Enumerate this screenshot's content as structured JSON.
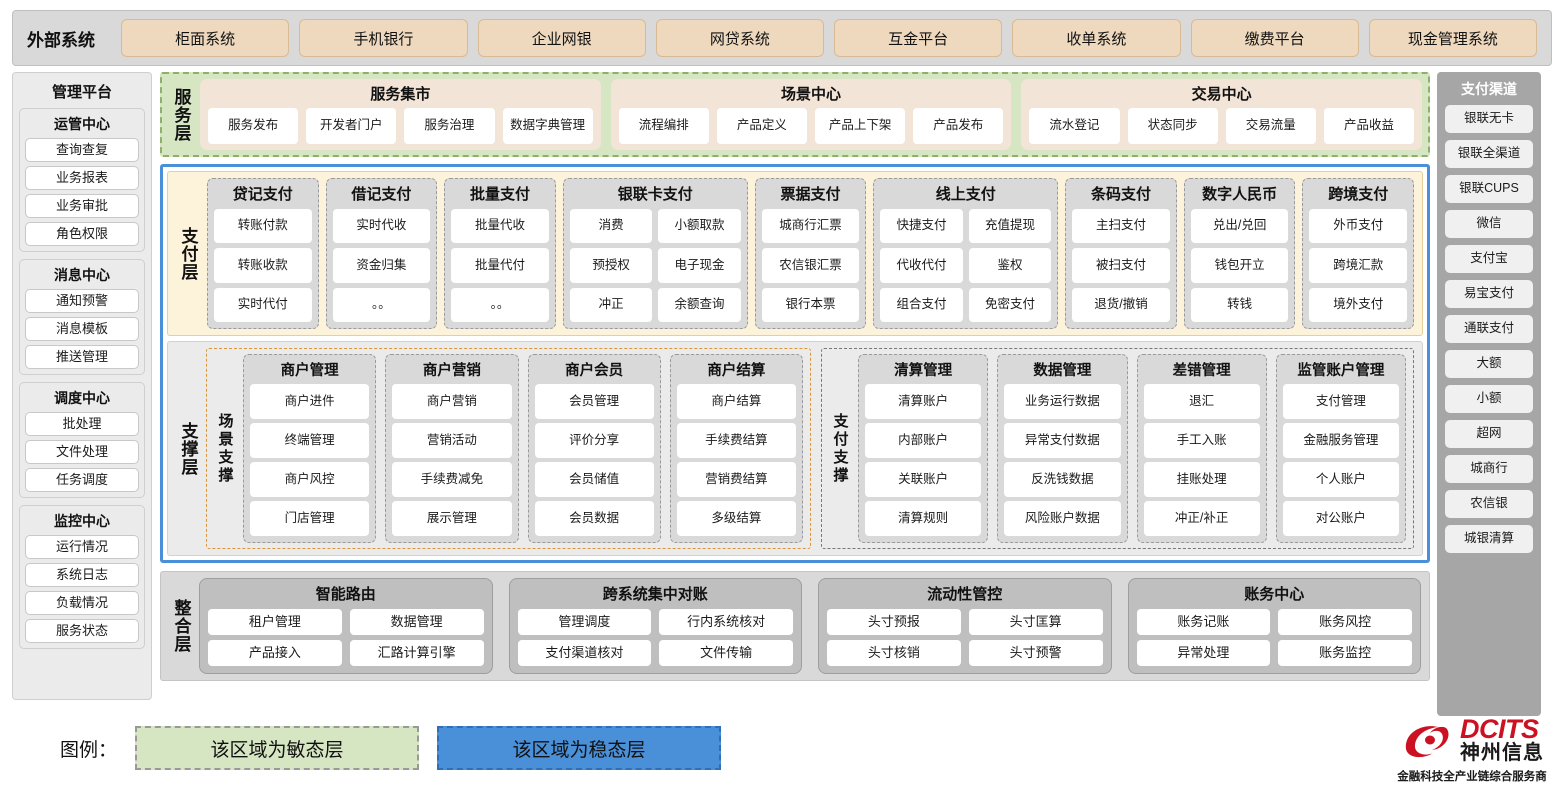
{
  "external": {
    "title": "外部系统",
    "items": [
      "柜面系统",
      "手机银行",
      "企业网银",
      "网贷系统",
      "互金平台",
      "收单系统",
      "缴费平台",
      "现金管理系统"
    ]
  },
  "left_panel": {
    "title": "管理平台",
    "groups": [
      {
        "title": "运管中心",
        "items": [
          "查询查复",
          "业务报表",
          "业务审批",
          "角色权限"
        ]
      },
      {
        "title": "消息中心",
        "items": [
          "通知预警",
          "消息模板",
          "推送管理"
        ]
      },
      {
        "title": "调度中心",
        "items": [
          "批处理",
          "文件处理",
          "任务调度"
        ]
      },
      {
        "title": "监控中心",
        "items": [
          "运行情况",
          "系统日志",
          "负载情况",
          "服务状态"
        ]
      }
    ]
  },
  "right_panel": {
    "title": "支付渠道",
    "items": [
      "银联无卡",
      "银联全渠道",
      "银联CUPS",
      "微信",
      "支付宝",
      "易宝支付",
      "通联支付",
      "大额",
      "小额",
      "超网",
      "城商行",
      "农信银",
      "城银清算"
    ]
  },
  "service_layer": {
    "label": "服务层",
    "groups": [
      {
        "title": "服务集市",
        "items": [
          "服务发布",
          "开发者门户",
          "服务治理",
          "数据字典管理"
        ]
      },
      {
        "title": "场景中心",
        "items": [
          "流程编排",
          "产品定义",
          "产品上下架",
          "产品发布"
        ]
      },
      {
        "title": "交易中心",
        "items": [
          "流水登记",
          "状态同步",
          "交易流量",
          "产品收益"
        ]
      }
    ]
  },
  "payment_layer": {
    "label": "支付层",
    "groups": [
      {
        "title": "贷记支付",
        "cols": 1,
        "rows": [
          [
            "转账付款"
          ],
          [
            "转账收款"
          ],
          [
            "实时代付"
          ]
        ]
      },
      {
        "title": "借记支付",
        "cols": 1,
        "rows": [
          [
            "实时代收"
          ],
          [
            "资金归集"
          ],
          [
            "。。"
          ]
        ]
      },
      {
        "title": "批量支付",
        "cols": 1,
        "rows": [
          [
            "批量代收"
          ],
          [
            "批量代付"
          ],
          [
            "。。"
          ]
        ]
      },
      {
        "title": "银联卡支付",
        "cols": 2,
        "rows": [
          [
            "消费",
            "小额取款"
          ],
          [
            "预授权",
            "电子现金"
          ],
          [
            "冲正",
            "余额查询"
          ]
        ]
      },
      {
        "title": "票据支付",
        "cols": 1,
        "rows": [
          [
            "城商行汇票"
          ],
          [
            "农信银汇票"
          ],
          [
            "银行本票"
          ]
        ]
      },
      {
        "title": "线上支付",
        "cols": 2,
        "rows": [
          [
            "快捷支付",
            "充值提现"
          ],
          [
            "代收代付",
            "鉴权"
          ],
          [
            "组合支付",
            "免密支付"
          ]
        ]
      },
      {
        "title": "条码支付",
        "cols": 1,
        "rows": [
          [
            "主扫支付"
          ],
          [
            "被扫支付"
          ],
          [
            "退货/撤销"
          ]
        ]
      },
      {
        "title": "数字人民币",
        "cols": 1,
        "rows": [
          [
            "兑出/兑回"
          ],
          [
            "钱包开立"
          ],
          [
            "转钱"
          ]
        ]
      },
      {
        "title": "跨境支付",
        "cols": 1,
        "rows": [
          [
            "外币支付"
          ],
          [
            "跨境汇款"
          ],
          [
            "境外支付"
          ]
        ]
      }
    ]
  },
  "support_layer": {
    "label": "支撑层",
    "scene": {
      "label": "场景支撑",
      "groups": [
        {
          "title": "商户管理",
          "items": [
            "商户进件",
            "终端管理",
            "商户风控",
            "门店管理"
          ]
        },
        {
          "title": "商户营销",
          "items": [
            "商户营销",
            "营销活动",
            "手续费减免",
            "展示管理"
          ]
        },
        {
          "title": "商户会员",
          "items": [
            "会员管理",
            "评价分享",
            "会员储值",
            "会员数据"
          ]
        },
        {
          "title": "商户结算",
          "items": [
            "商户结算",
            "手续费结算",
            "营销费结算",
            "多级结算"
          ]
        }
      ]
    },
    "paysupport": {
      "label": "支付支撑",
      "groups": [
        {
          "title": "清算管理",
          "items": [
            "清算账户",
            "内部账户",
            "关联账户",
            "清算规则"
          ]
        },
        {
          "title": "数据管理",
          "items": [
            "业务运行数据",
            "异常支付数据",
            "反洗钱数据",
            "风险账户数据"
          ]
        },
        {
          "title": "差错管理",
          "items": [
            "退汇",
            "手工入账",
            "挂账处理",
            "冲正/补正"
          ]
        },
        {
          "title": "监管账户管理",
          "items": [
            "支付管理",
            "金融服务管理",
            "个人账户",
            "对公账户"
          ]
        }
      ]
    }
  },
  "integration_layer": {
    "label": "整合层",
    "groups": [
      {
        "title": "智能路由",
        "rows": [
          [
            "租户管理",
            "数据管理"
          ],
          [
            "产品接入",
            "汇路计算引擎"
          ]
        ]
      },
      {
        "title": "跨系统集中对账",
        "rows": [
          [
            "管理调度",
            "行内系统核对"
          ],
          [
            "支付渠道核对",
            "文件传输"
          ]
        ]
      },
      {
        "title": "流动性管控",
        "rows": [
          [
            "头寸预报",
            "头寸匡算"
          ],
          [
            "头寸核销",
            "头寸预警"
          ]
        ]
      },
      {
        "title": "账务中心",
        "rows": [
          [
            "账务记账",
            "账务风控"
          ],
          [
            "异常处理",
            "账务监控"
          ]
        ]
      }
    ]
  },
  "legend": {
    "label": "图例：",
    "agile": "该区域为敏态层",
    "stable": "该区域为稳态层"
  },
  "logo": {
    "brand": "DCITS",
    "brand_cn": "神州信息",
    "tagline": "金融科技全产业链综合服务商"
  },
  "colors": {
    "agile_green": "#d6e6c3",
    "stable_blue": "#4a90d9",
    "payment_yellow": "#fdf3db",
    "external_tan": "#eed9bf",
    "logo_red": "#cc1122"
  }
}
